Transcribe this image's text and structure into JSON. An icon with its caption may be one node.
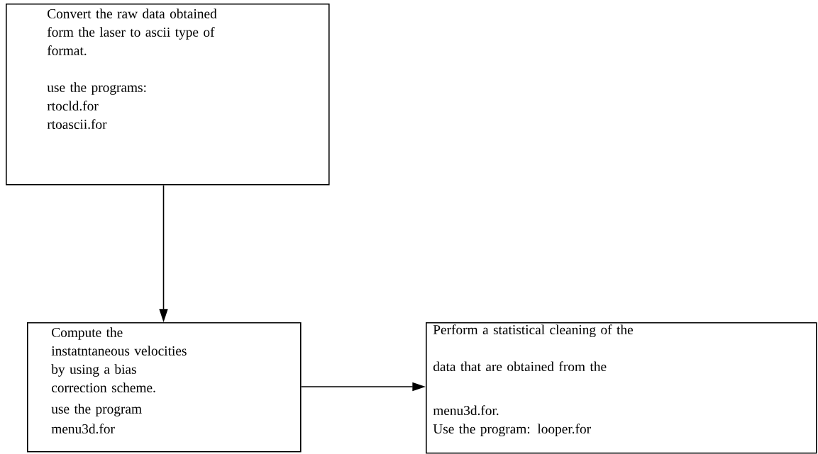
{
  "diagram": {
    "nodes": [
      {
        "text": [
          "Convert the raw data obtained form the laser to ascii type of format.",
          "use the programs:",
          "rtocld.for",
          "rtoascii.for"
        ]
      },
      {
        "text": [
          "Compute the instatntaneous velocities by using a bias correction scheme.",
          "use the program",
          "menu3d.for"
        ]
      },
      {
        "text": [
          "Perform a statistical cleaning of the",
          "data that are obtained from the",
          "menu3d.for.",
          "Use the program: looper.for"
        ]
      }
    ],
    "edges": [
      {
        "from": 0,
        "to": 1,
        "arrow": "to"
      },
      {
        "from": 1,
        "to": 2,
        "arrow": "to"
      }
    ]
  }
}
